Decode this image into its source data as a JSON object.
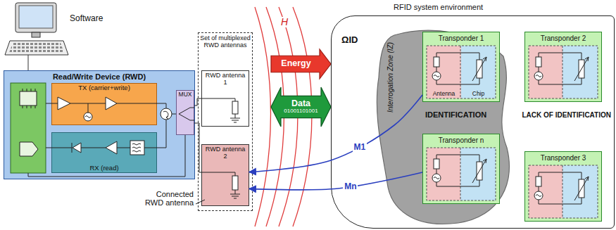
{
  "diagram": {
    "nodes": [
      {
        "text": [
          "Read/Write Device (RWD)"
        ]
      },
      {
        "text": [
          "TX (carrier+write)"
        ],
        "in": 0
      },
      {
        "text": [
          "RX (read)"
        ],
        "in": 0
      },
      {
        "text": [
          "MUX"
        ],
        "in": 0
      },
      {
        "text": [
          "Set of multiplexed RWD antennas"
        ]
      },
      {
        "text": [
          "RWD antenna 1"
        ],
        "in": 4
      },
      {
        "text": [
          "RWD antenna 2"
        ],
        "in": 4
      },
      {
        "text": [
          "Energy"
        ]
      },
      {
        "text": [
          "Data",
          "01001101001"
        ]
      },
      {
        "text": [
          "RFID system environment"
        ]
      },
      {
        "text": [
          "Interrogation Zone (IZ)"
        ],
        "in": 9
      },
      {
        "text": [
          "Transponder 1"
        ],
        "in": 10
      },
      {
        "text": [
          "Antenna"
        ],
        "in": 11
      },
      {
        "text": [
          "Chip"
        ],
        "in": 11
      },
      {
        "text": [
          "Transponder 2"
        ],
        "in": 9
      },
      {
        "text": [
          "Transponder n"
        ],
        "in": 10
      },
      {
        "text": [
          "Transponder 3"
        ],
        "in": 9
      }
    ],
    "edges": [
      {
        "from": 11,
        "to": 6,
        "label": "M1",
        "arrow": "to"
      },
      {
        "from": 15,
        "to": 6,
        "label": "Mn",
        "arrow": "to"
      }
    ],
    "labels": [
      "Software",
      "ΩID",
      "IDENTIFICATION",
      "LACK OF IDENTIFICATION",
      "H",
      "Connected RWD antenna"
    ]
  }
}
